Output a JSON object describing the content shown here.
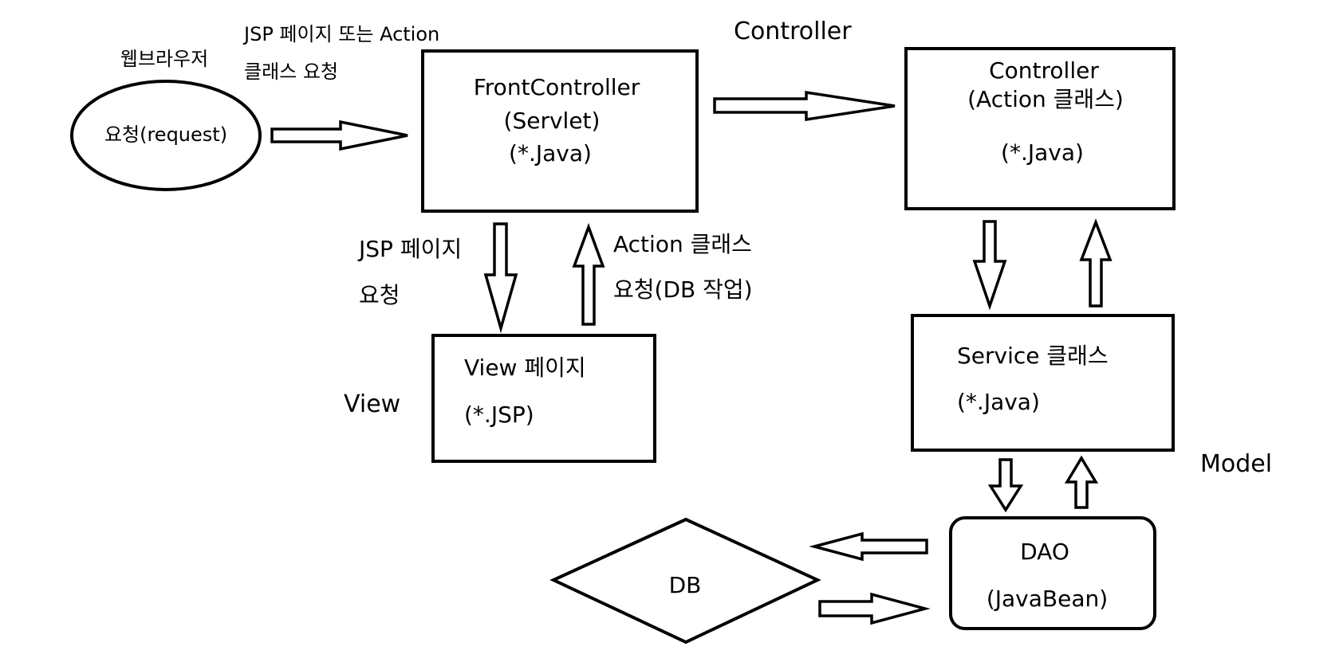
{
  "browser": {
    "label": "웹브라우저",
    "request": "요청(request)"
  },
  "request_note": {
    "line1": "JSP 페이지 또는 Action",
    "line2": "클래스 요청"
  },
  "front_controller": {
    "line1": "FrontController",
    "line2": "(Servlet)",
    "line3": "(*.Java)"
  },
  "controller_box": {
    "line1": "Controller",
    "line2": "(Action 클래스)",
    "line3": "(*.Java)"
  },
  "jsp_request_note": {
    "line1": "JSP 페이지",
    "line2": "요청"
  },
  "action_request_note": {
    "line1": "Action 클래스",
    "line2": "요청(DB 작업)"
  },
  "view_box": {
    "line1": "View 페이지",
    "line2": "(*.JSP)"
  },
  "service_box": {
    "line1": "Service 클래스",
    "line2": "(*.Java)"
  },
  "dao_box": {
    "line1": "DAO",
    "line2": "(JavaBean)"
  },
  "db": {
    "label": "DB"
  },
  "layer_labels": {
    "controller": "Controller",
    "view": "View",
    "model": "Model"
  },
  "colors": {
    "layer_label": "#e3262b",
    "stroke": "#000000"
  }
}
